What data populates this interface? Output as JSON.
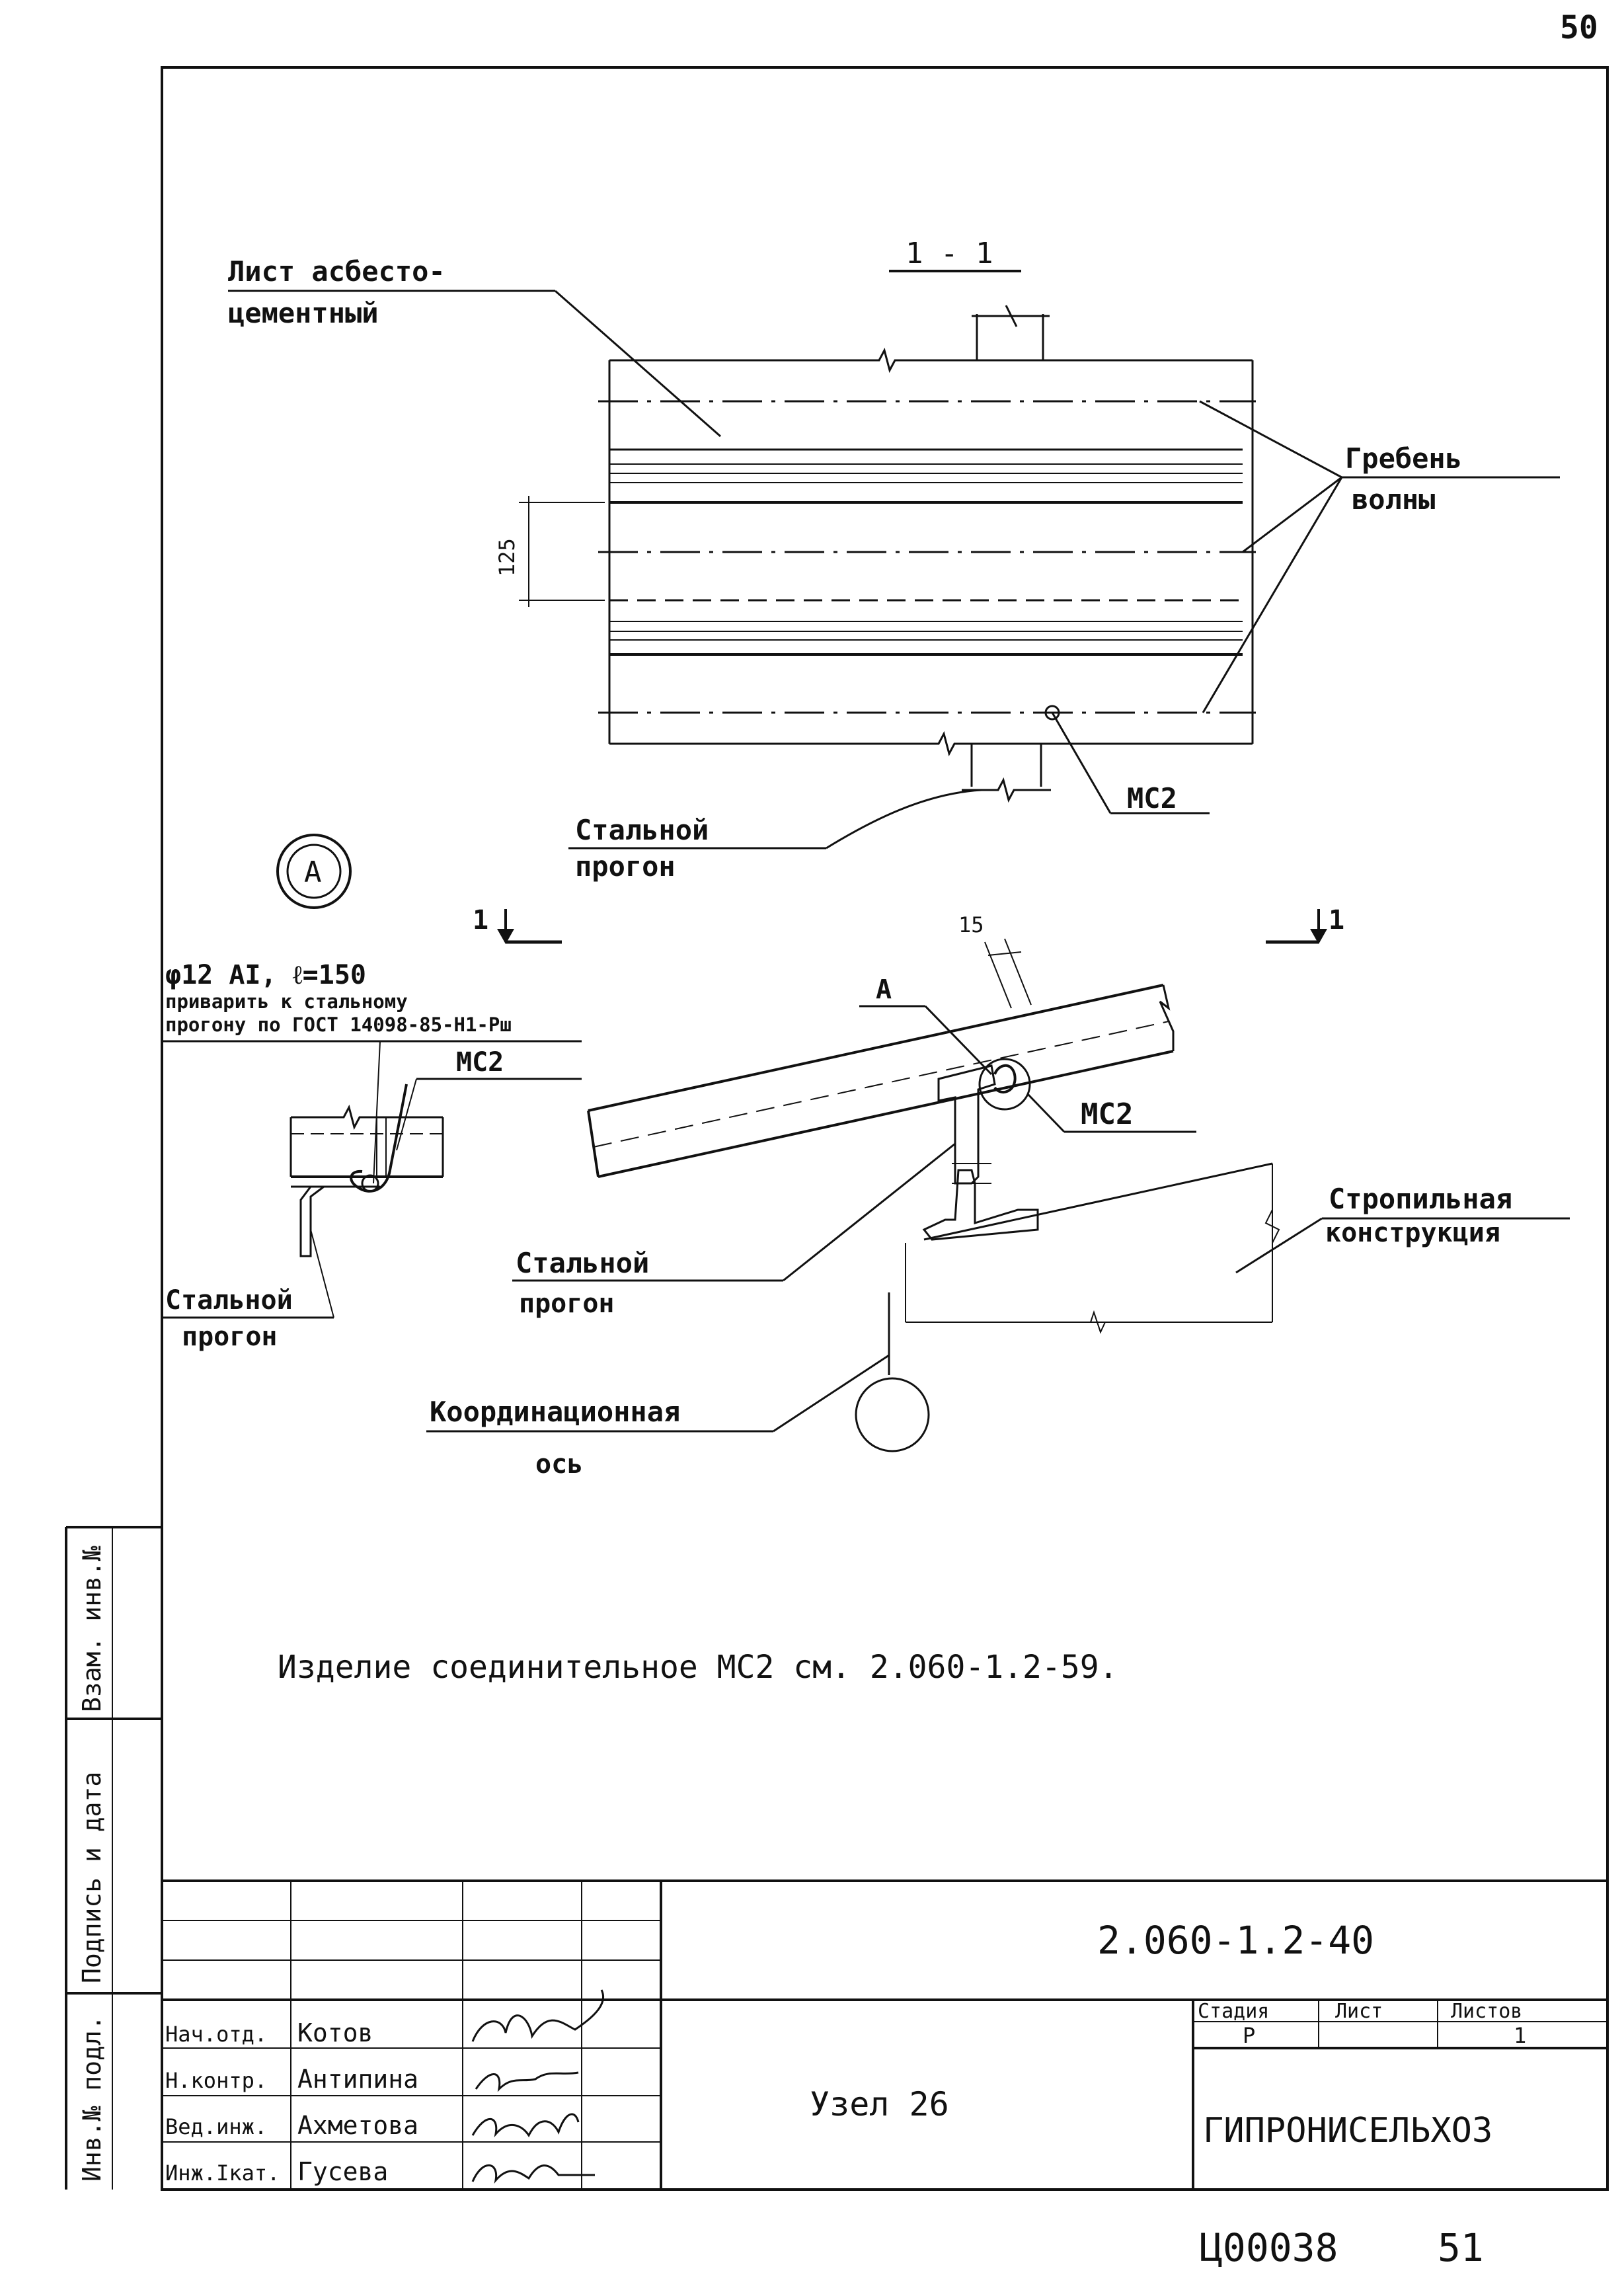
{
  "sheet_number_top": "50",
  "bottom": {
    "archive_code": "Ц00038",
    "page": "51"
  },
  "section_title": "1 - 1",
  "labels": {
    "asbestos_sheet_1": "Лист асбесто-",
    "asbestos_sheet_2": "цементный",
    "wave_crest_1": "Гребень",
    "wave_crest_2": "волны",
    "dim_125": "125",
    "mc2_top": "МС2",
    "steel_purlin_top_1": "Стальной",
    "steel_purlin_top_2": "прогон",
    "node_a": "А",
    "cut_left": "1",
    "cut_right": "1",
    "rod_spec": "φ12 АI, ℓ=150",
    "weld_1": "приварить к стальному",
    "weld_2": "прогону по ГОСТ 14098-85-Н1-Рш",
    "mc2_detail": "МС2",
    "steel_purlin_detail_1": "Стальной",
    "steel_purlin_detail_2": "прогон",
    "dim_15": "15",
    "a_pointer": "А",
    "mc2_main": "МС2",
    "rafter_1": "Стропильная",
    "rafter_2": "конструкция",
    "steel_purlin_main_1": "Стальной",
    "steel_purlin_main_2": "прогон",
    "coord_axis_1": "Координационная",
    "coord_axis_2": "ось"
  },
  "note": "Изделие соединительное МС2 см. 2.060-1.2-59.",
  "side_stamp": {
    "inv_orig": "Инв.№ подл.",
    "signature_date": "Подпись и дата",
    "replaced_inv": "Взам. инв.№"
  },
  "title_block": {
    "doc_code": "2.060-1.2-40",
    "title": "Узел 26",
    "stage_header": "Стадия",
    "sheet_header": "Лист",
    "sheets_header": "Листов",
    "stage_value": "Р",
    "sheet_value": "",
    "sheets_value": "1",
    "organization": "ГИПРОНИСЕЛЬХОЗ",
    "staff": [
      {
        "role": "Нач.отд.",
        "name": "Котов"
      },
      {
        "role": "Н.контр.",
        "name": "Антипина"
      },
      {
        "role": "Вед.инж.",
        "name": "Ахметова"
      },
      {
        "role": "Инж.Iкат.",
        "name": "Гусева"
      }
    ]
  }
}
